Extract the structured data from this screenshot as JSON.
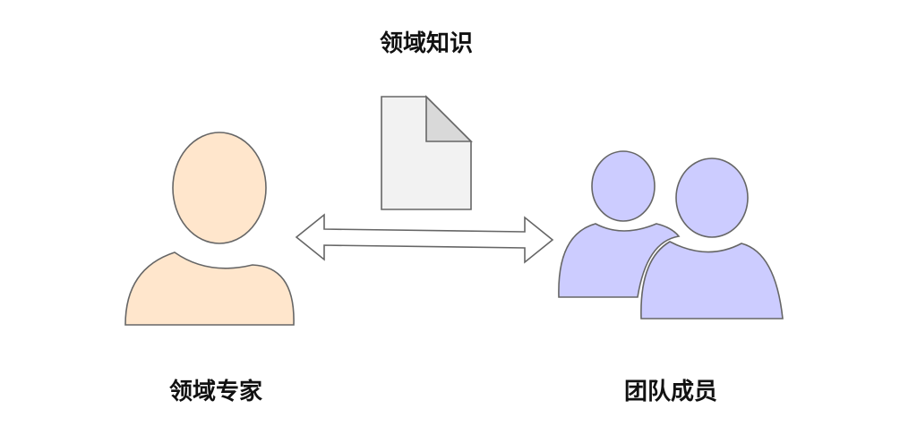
{
  "labels": {
    "knowledge": "领域知识",
    "expert": "领域专家",
    "team": "团队成员"
  },
  "colors": {
    "expert_fill": "#ffe6cc",
    "team_fill": "#ccccff",
    "document_fill": "#f2f2f2",
    "document_fold": "#d9d9d9",
    "arrow_fill": "#ffffff",
    "stroke": "#666666",
    "text": "#111111"
  },
  "icons": {
    "expert": "user-icon",
    "team": "users-icon",
    "document": "document-icon",
    "arrow": "double-arrow-icon"
  }
}
